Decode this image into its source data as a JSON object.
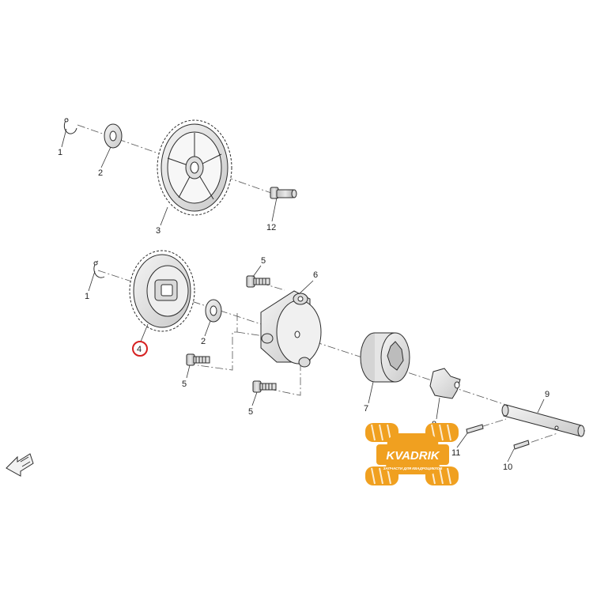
{
  "labels": {
    "washer_clip_top": "1",
    "washer_top": "2",
    "gear_large": "3",
    "clip_mid": "1",
    "gear_highlighted": "4",
    "washer_mid": "2",
    "bolt_top": "5",
    "bolt_left": "5",
    "bolt_bottom": "5",
    "pump_cover": "6",
    "pump_rotor_outer": "7",
    "pump_rotor_inner": "8",
    "shaft": "9",
    "pin_lower": "10",
    "pin_upper": "11",
    "stud": "12"
  },
  "watermark": {
    "brand": "KVADRIK",
    "tagline": "ЗАПЧАСТИ ДЛЯ КВАДРОЦИКЛОВ"
  },
  "colors": {
    "highlight_ring": "#d62020",
    "watermark_orange": "#f0a020",
    "line": "#2b2b2b"
  },
  "icons": {
    "orientation": "direction-arrow-icon"
  }
}
